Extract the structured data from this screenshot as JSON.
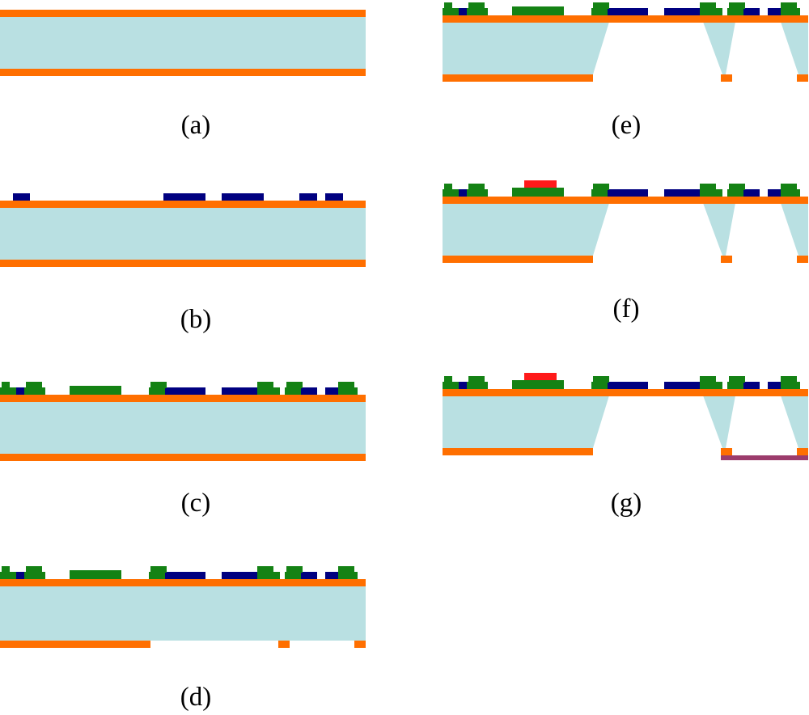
{
  "colors": {
    "substrate": "#b9e0e2",
    "oxide": "#ff6f00",
    "metal": "#000080",
    "passivation": "#148214",
    "sensing_film": "#ff1a1a",
    "membrane": "#9c3c6c"
  },
  "panels": [
    {
      "id": "a",
      "label": "(a)"
    },
    {
      "id": "b",
      "label": "(b)"
    },
    {
      "id": "c",
      "label": "(c)"
    },
    {
      "id": "d",
      "label": "(d)"
    },
    {
      "id": "e",
      "label": "(e)"
    },
    {
      "id": "f",
      "label": "(f)"
    },
    {
      "id": "g",
      "label": "(g)"
    }
  ]
}
